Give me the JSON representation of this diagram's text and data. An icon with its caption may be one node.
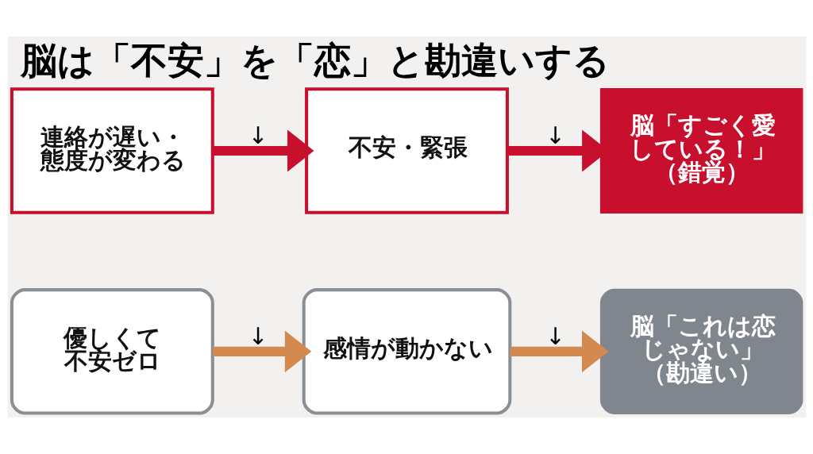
{
  "diagram": {
    "title": "脳は「不安」を「恋」と勘違いする",
    "nodes": [
      {
        "text": [
          "連絡が遅い・態度が変わる"
        ]
      },
      {
        "text": [
          "不安・緊張"
        ]
      },
      {
        "text": [
          "脳「すごく愛している！」（錯覚）"
        ]
      },
      {
        "text": [
          "優しくて不安ゼロ"
        ]
      },
      {
        "text": [
          "感情が動かない"
        ]
      },
      {
        "text": [
          "脳「これは恋じゃない」（勘違い）"
        ]
      }
    ],
    "edges": [
      {
        "from": 0,
        "to": 1,
        "arrow": "to",
        "label": "↓",
        "color": "#c8102e"
      },
      {
        "from": 1,
        "to": 2,
        "arrow": "to",
        "label": "↓",
        "color": "#c8102e"
      },
      {
        "from": 3,
        "to": 4,
        "arrow": "to",
        "label": "↓",
        "color": "#d4894f"
      },
      {
        "from": 4,
        "to": 5,
        "arrow": "to",
        "label": "↓",
        "color": "#d4894f"
      }
    ]
  }
}
